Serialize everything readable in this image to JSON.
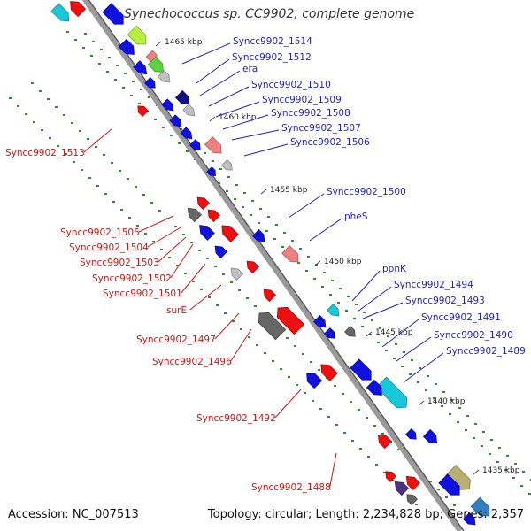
{
  "title": "Synechococcus sp. CC9902, complete genome",
  "footer": {
    "accession": "Accession: NC_007513",
    "topology": "Topology: circular; Length: 2,234,828 bp; Genes: 2,357"
  },
  "colors": {
    "forward_label": "#1f1fcc",
    "reverse_label": "#d01515",
    "backbone": "#8a8a8a",
    "dots": "#2e8b2e"
  },
  "scale_labels": [
    "1465 kbp",
    "1460 kbp",
    "1455 kbp",
    "1450 kbp",
    "1445 kbp",
    "1440 kbp",
    "1435 kbp"
  ],
  "forward_genes": [
    "Syncc9902_1514",
    "Syncc9902_1512",
    "era",
    "Syncc9902_1510",
    "Syncc9902_1509",
    "Syncc9902_1508",
    "Syncc9902_1507",
    "Syncc9902_1506",
    "Syncc9902_1500",
    "pheS",
    "ppnK",
    "Syncc9902_1494",
    "Syncc9902_1493",
    "Syncc9902_1491",
    "Syncc9902_1490",
    "Syncc9902_1489"
  ],
  "reverse_genes": [
    "Syncc9902_1513",
    "Syncc9902_1505",
    "Syncc9902_1504",
    "Syncc9902_1503",
    "Syncc9902_1502",
    "Syncc9902_1501",
    "surE",
    "Syncc9902_1497",
    "Syncc9902_1496",
    "Syncc9902_1492",
    "Syncc9902_1488"
  ]
}
